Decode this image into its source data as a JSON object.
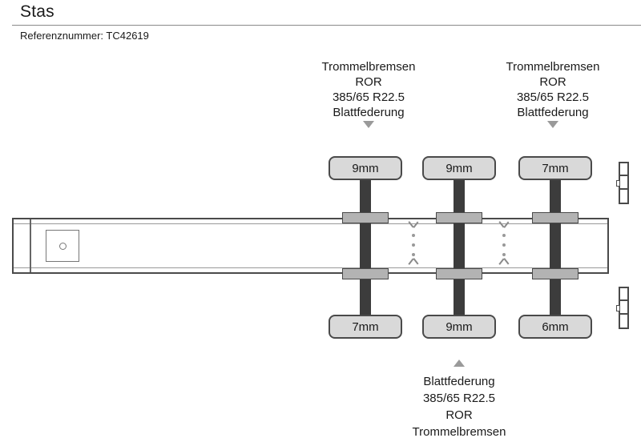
{
  "header": {
    "title": "Stas",
    "reference": "Referenznummer: TC42619"
  },
  "specs": {
    "top_left": {
      "lines": [
        "Trommelbremsen",
        "ROR",
        "385/65 R22.5",
        "Blattfederung"
      ]
    },
    "top_right": {
      "lines": [
        "Trommelbremsen",
        "ROR",
        "385/65 R22.5",
        "Blattfederung"
      ]
    },
    "bottom": {
      "lines": [
        "Blattfederung",
        "385/65 R22.5",
        "ROR",
        "Trommelbremsen"
      ]
    }
  },
  "axles": {
    "top_row": [
      "9mm",
      "9mm",
      "7mm"
    ],
    "bottom_row": [
      "7mm",
      "9mm",
      "6mm"
    ]
  },
  "colors": {
    "line": "#4a4a4a",
    "tire_box_fill": "#d9d9d9",
    "axle_bar": "#3c3c3c",
    "mount_fill": "#b3b3b3",
    "arrow": "#9a9a9a",
    "text": "#1a1a1a"
  }
}
